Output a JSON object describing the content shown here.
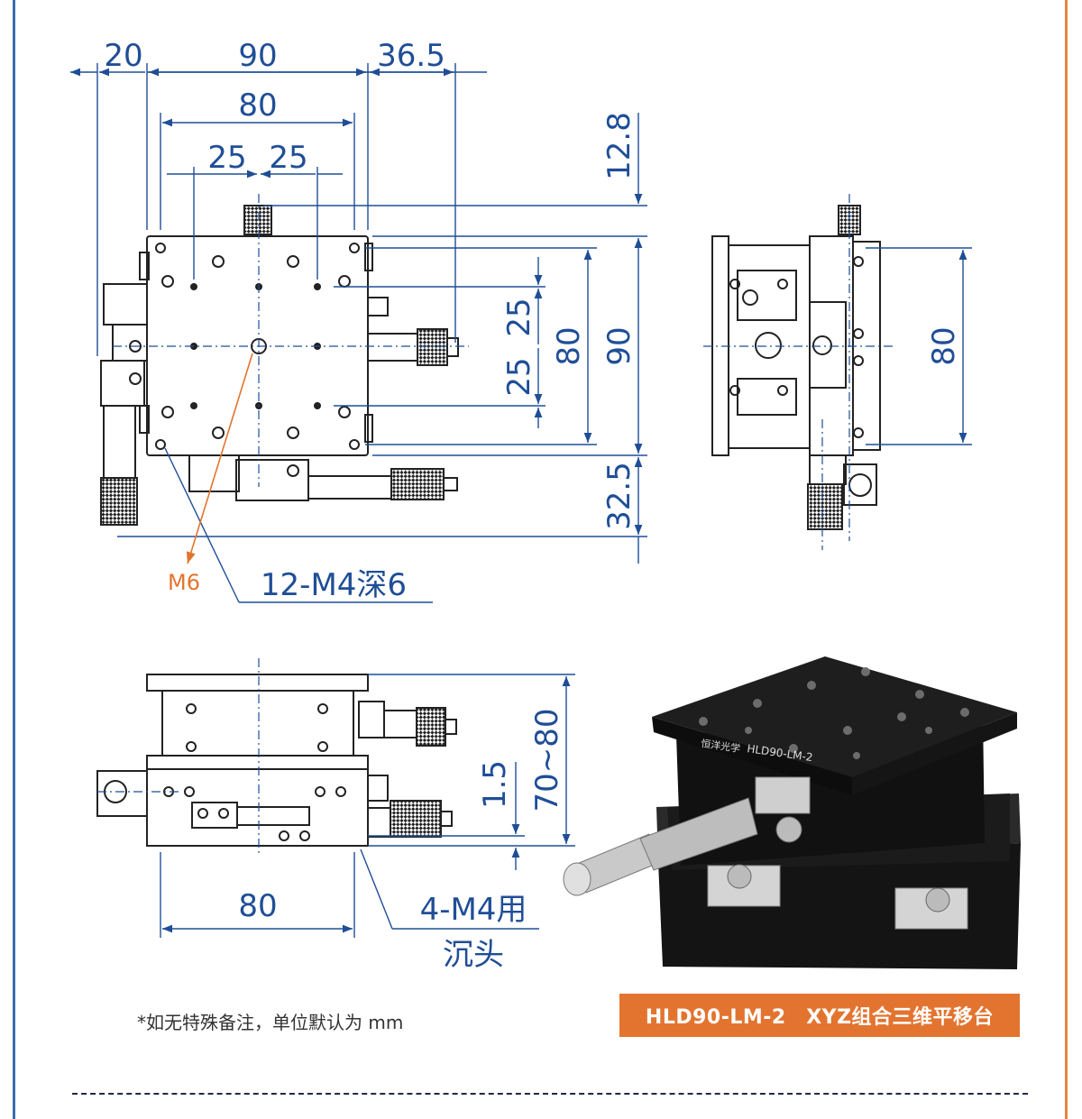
{
  "top_view": {
    "dims_top": [
      "20",
      "90",
      "36.5"
    ],
    "dim_80": "80",
    "dim_25_left": "25",
    "dim_25_right": "25",
    "dim_right_12_8": "12.8",
    "dim_right_25_a": "25",
    "dim_right_25_b": "25",
    "dim_right_80": "80",
    "dim_right_90": "90",
    "dim_right_32_5": "32.5",
    "label_m6": "M6",
    "label_holes": "12-M4深6"
  },
  "side_view": {
    "dim_80": "80"
  },
  "front_view": {
    "dim_70_80": "70~80",
    "dim_1_5": "1.5",
    "dim_bottom_80": "80",
    "label_bottom_holes_line1": "4-M4用",
    "label_bottom_holes_line2": "沉头"
  },
  "photo": {
    "brand_text": "恒洋光学",
    "model_text": "HLD90-LM-2"
  },
  "note": "*如无特殊备注，单位默认为 mm",
  "badge": "HLD90-LM-2　XYZ组合三维平移台",
  "colors": {
    "dimension_blue": "#1f4e96",
    "accent_orange": "#e3742f",
    "drawing_gray": "#222222"
  }
}
